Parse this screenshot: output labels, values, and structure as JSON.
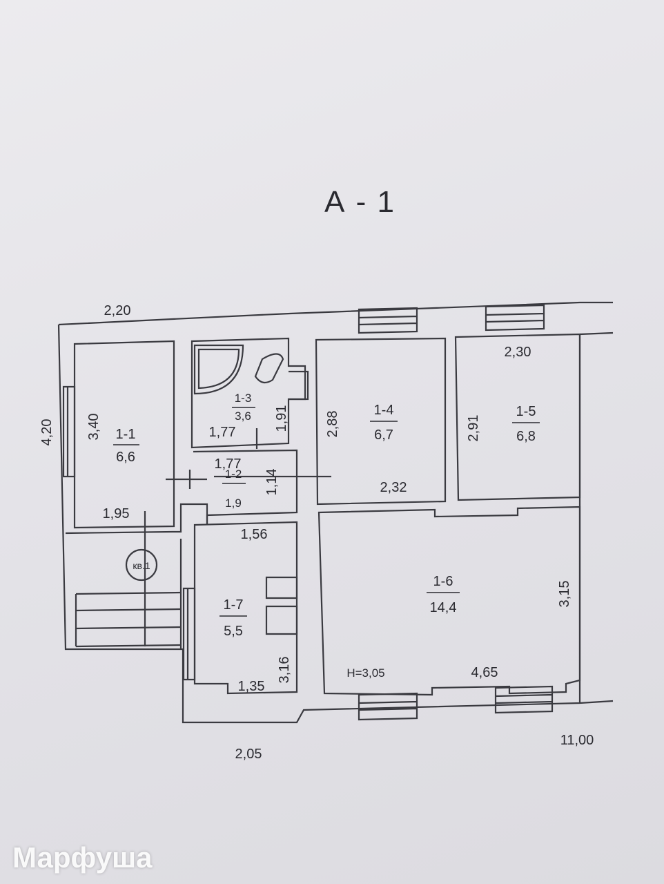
{
  "plan": {
    "title": "А - 1",
    "ceiling_height": "H=3,05",
    "entrance_label": "кв.1",
    "rooms": [
      {
        "id": "1-1",
        "area": "6,6"
      },
      {
        "id": "1-2",
        "area": "1,9"
      },
      {
        "id": "1-3",
        "area": "3,6"
      },
      {
        "id": "1-4",
        "area": "6,7"
      },
      {
        "id": "1-5",
        "area": "6,8"
      },
      {
        "id": "1-6",
        "area": "14,4"
      },
      {
        "id": "1-7",
        "area": "5,5"
      }
    ],
    "dimensions": {
      "top_left": "2,20",
      "left_total": "4,20",
      "room_1_1_height": "3,40",
      "room_1_1_width": "1,95",
      "room_1_3_width": "1,77",
      "room_1_3_height": "1,91",
      "room_1_2_width": "1,77",
      "room_1_2_height": "1,14",
      "room_1_4_height": "2,88",
      "room_1_4_width": "2,32",
      "room_1_5_height": "2,91",
      "room_1_5_width": "2,30",
      "room_1_7_width_top": "1,56",
      "room_1_7_width_bottom": "1,35",
      "room_1_7_height": "3,16",
      "room_1_6_height": "3,15",
      "room_1_6_width": "4,65",
      "bottom_left": "2,05",
      "bottom_total": "11,00"
    }
  },
  "watermark": "Марфуша"
}
